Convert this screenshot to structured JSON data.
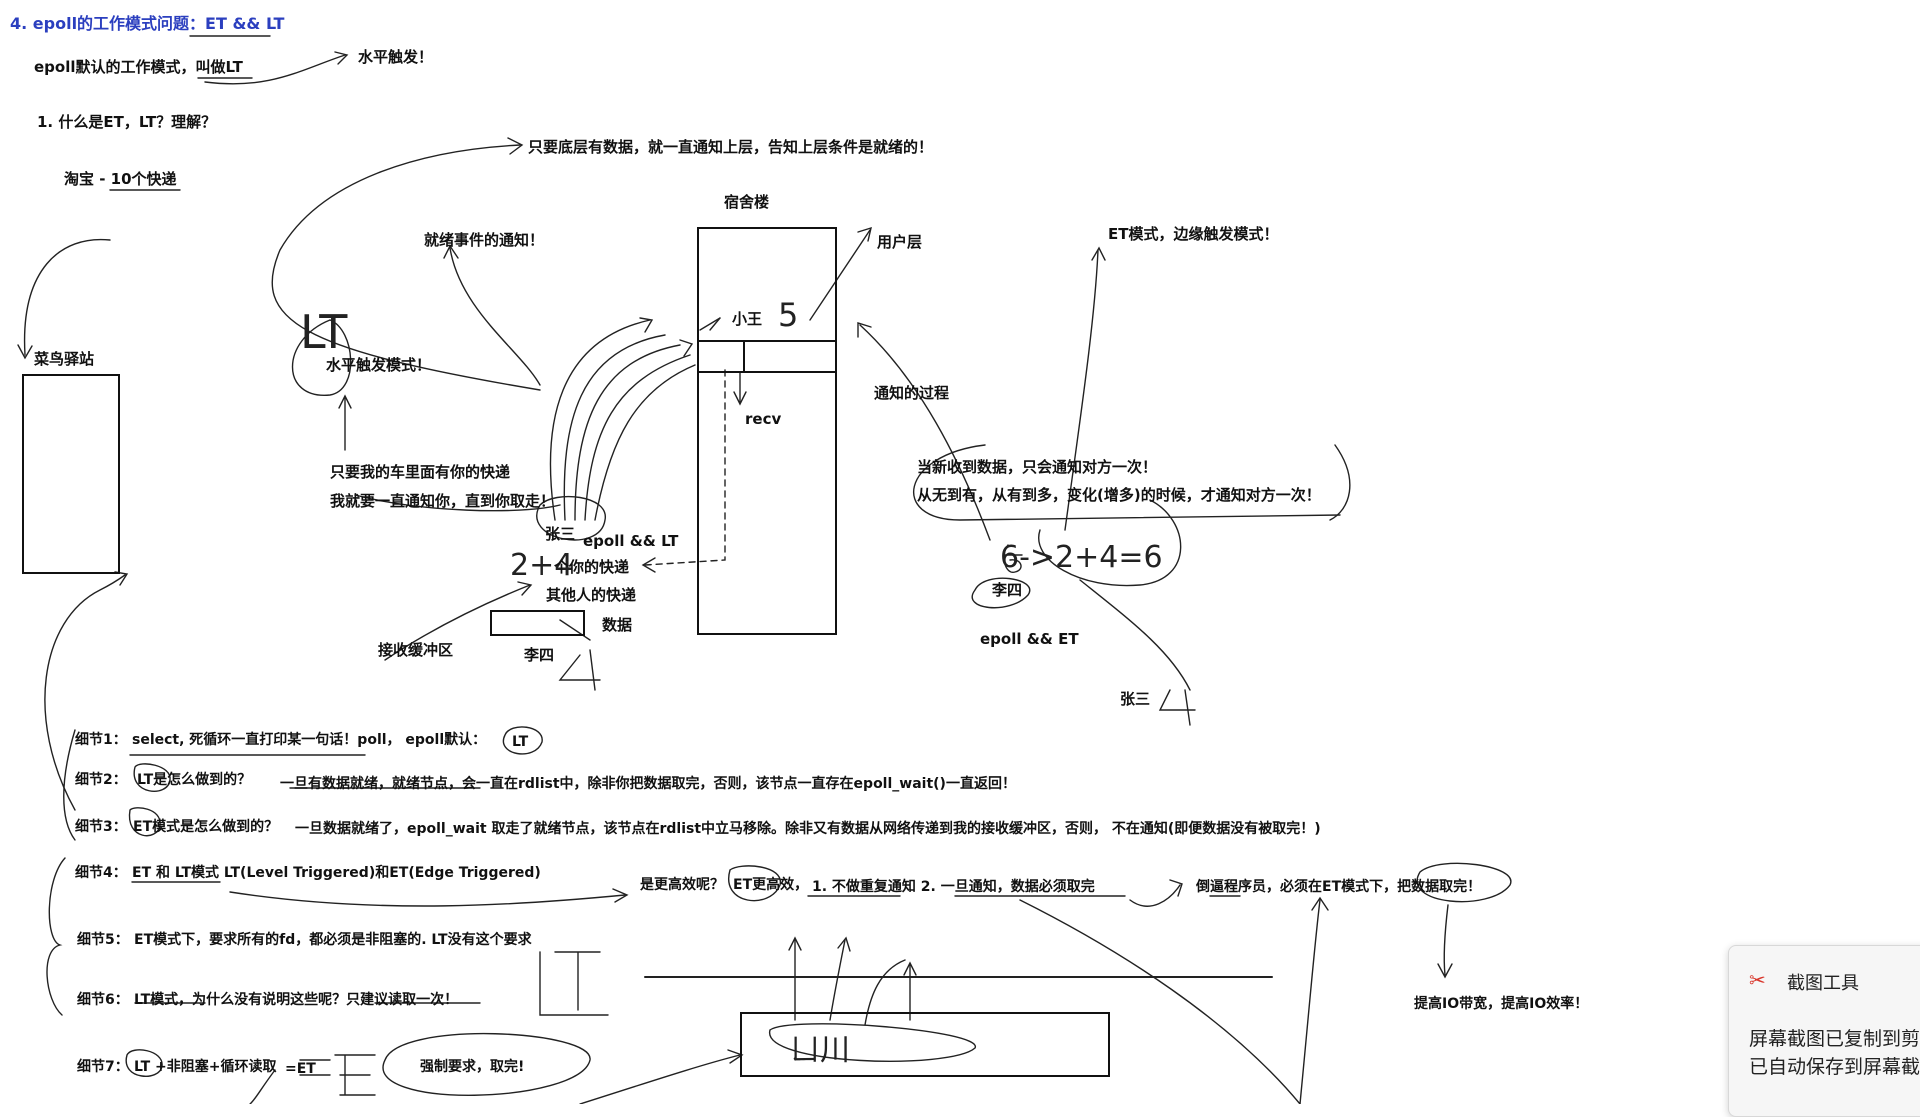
{
  "header": {
    "title": "4. epoll的工作模式问题：ET && LT"
  },
  "intro": {
    "line": "epoll默认的工作模式，叫做LT",
    "note": "水平触发！"
  },
  "question": "1. 什么是ET，LT？理解？",
  "taobao": "淘宝 - 10个快递",
  "cainiao": "菜鸟驿站",
  "lt_side": {
    "notify_all": "只要底层有数据，就一直通知上层，告知上层条件是就绪的！",
    "ready_notice": "就绪事件的通知！",
    "lt_scribble": "LT",
    "mode_label": "水平触发模式！",
    "keep1": "只要我的车里面有你的快递",
    "keep2": "我就要一直通知你，直到你取走！",
    "zhangsan": "张三",
    "epoll_lt": "epoll && LT",
    "pkg_num": "2+4",
    "your_pkg": "个你的快递",
    "others": "其他人的快递",
    "recv_buf": "接收缓冲区",
    "data": "数据",
    "lisi": "李四",
    "four": "4"
  },
  "dorm": {
    "title": "宿舍楼",
    "user_layer": "用户层",
    "xiaowang": "小王",
    "five": "5",
    "recv": "recv"
  },
  "et_side": {
    "mode_label": "ET模式，边缘触发模式！",
    "process": "通知的过程",
    "once1": "当新收到数据，只会通知对方一次！",
    "once2": "从无到有，从有到多，变化(增多)的时候，才通知对方一次！",
    "math": "6->2+4=6",
    "lisi": "李四",
    "epoll_et": "epoll && ET",
    "zhangsan": "张三",
    "four": "4"
  },
  "details": {
    "d1_label": "细节1：",
    "d1_text": "select, 死循环一直打印某一句话！poll， epoll默认：",
    "d1_lt": "LT",
    "d2_label": "细节2：",
    "d2_q": "LT是怎么做到的？",
    "d2_text": "一旦有数据就绪，就绪节点，会一直在rdlist中，除非你把数据取完，否则，该节点一直存在epoll_wait()一直返回！",
    "d3_label": "细节3：",
    "d3_q": "ET模式是怎么做到的？",
    "d3_text": "一旦数据就绪了，epoll_wait 取走了就绪节点，该节点在rdlist中立马移除。除非又有数据从网络传递到我的接收缓冲区，否则， 不在通知(即便数据没有被取完！)",
    "d4_label": "细节4：",
    "d4_text": "ET 和 LT模式  LT(Level Triggered)和ET(Edge Triggered)",
    "d4_q": "是更高效呢？",
    "d4_a": "ET更高效，",
    "d4_reason": "1. 不做重复通知 2. 一旦通知，数据必须取完",
    "d4_force": "倒逼程序员，必须在ET模式下，把数据取完！",
    "d5_label": "细节5：",
    "d5_text": "ET模式下，要求所有的fd，都必须是非阻塞的. LT没有这个要求",
    "d6_label": "细节6：",
    "d6_text": "LT模式，为什么没有说明这些呢？只建议读取一次！",
    "d7_label": "细节7：",
    "d7_text": "LT +非阻塞+循环读取",
    "d7_et": "=ET",
    "force": "强制要求，取完!",
    "bandwidth": "提高IO带宽，提高IO效率！",
    "lt_big": "LT",
    "box_scribble": "ㄩ川"
  },
  "toast": {
    "icon": "scissors-icon",
    "title": "截图工具",
    "line1": "屏幕截图已复制到剪贴板",
    "line2": "已自动保存到屏幕截图文件夹"
  }
}
